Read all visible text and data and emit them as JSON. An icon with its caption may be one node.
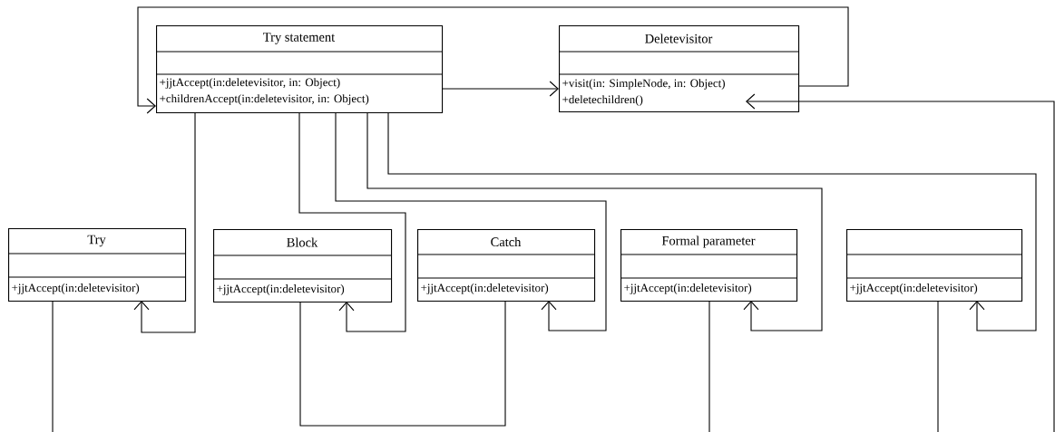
{
  "diagram": {
    "nodes": [
      {
        "text": [
          "Try statement",
          "+jjtAccept(in:deletevisitor, in: Object)",
          "+childrenAccept(in:deletevisitor, in: Object)"
        ]
      },
      {
        "text": [
          "Deletevisitor",
          "+visit(in: SimpleNode, in: Object)",
          "+deletechildren()"
        ]
      },
      {
        "text": [
          "Try",
          "+jjtAccept(in:deletevisitor)"
        ]
      },
      {
        "text": [
          "Block",
          "+jjtAccept(in:deletevisitor)"
        ]
      },
      {
        "text": [
          "Catch",
          "+jjtAccept(in:deletevisitor)"
        ]
      },
      {
        "text": [
          "Formal parameter",
          "+jjtAccept(in:deletevisitor)"
        ]
      },
      {
        "text": [
          "+jjtAccept(in:deletevisitor)"
        ]
      }
    ],
    "edges": [
      {
        "from": 0,
        "to": 1,
        "arrow": "to"
      },
      {
        "from": 1,
        "to": 0,
        "arrow": "to"
      },
      {
        "from": null,
        "to": 1,
        "arrow": "to"
      },
      {
        "from": 0,
        "to": 2,
        "arrow": "to"
      },
      {
        "from": 0,
        "to": 3,
        "arrow": "to"
      },
      {
        "from": 0,
        "to": 4,
        "arrow": "to"
      },
      {
        "from": 0,
        "to": 5,
        "arrow": "to"
      },
      {
        "from": 0,
        "to": 6,
        "arrow": "to"
      },
      {
        "from": 2,
        "to": null,
        "arrow": "none"
      },
      {
        "from": 3,
        "to": 4,
        "arrow": "none"
      },
      {
        "from": 5,
        "to": null,
        "arrow": "none"
      },
      {
        "from": 6,
        "to": null,
        "arrow": "none"
      }
    ]
  }
}
